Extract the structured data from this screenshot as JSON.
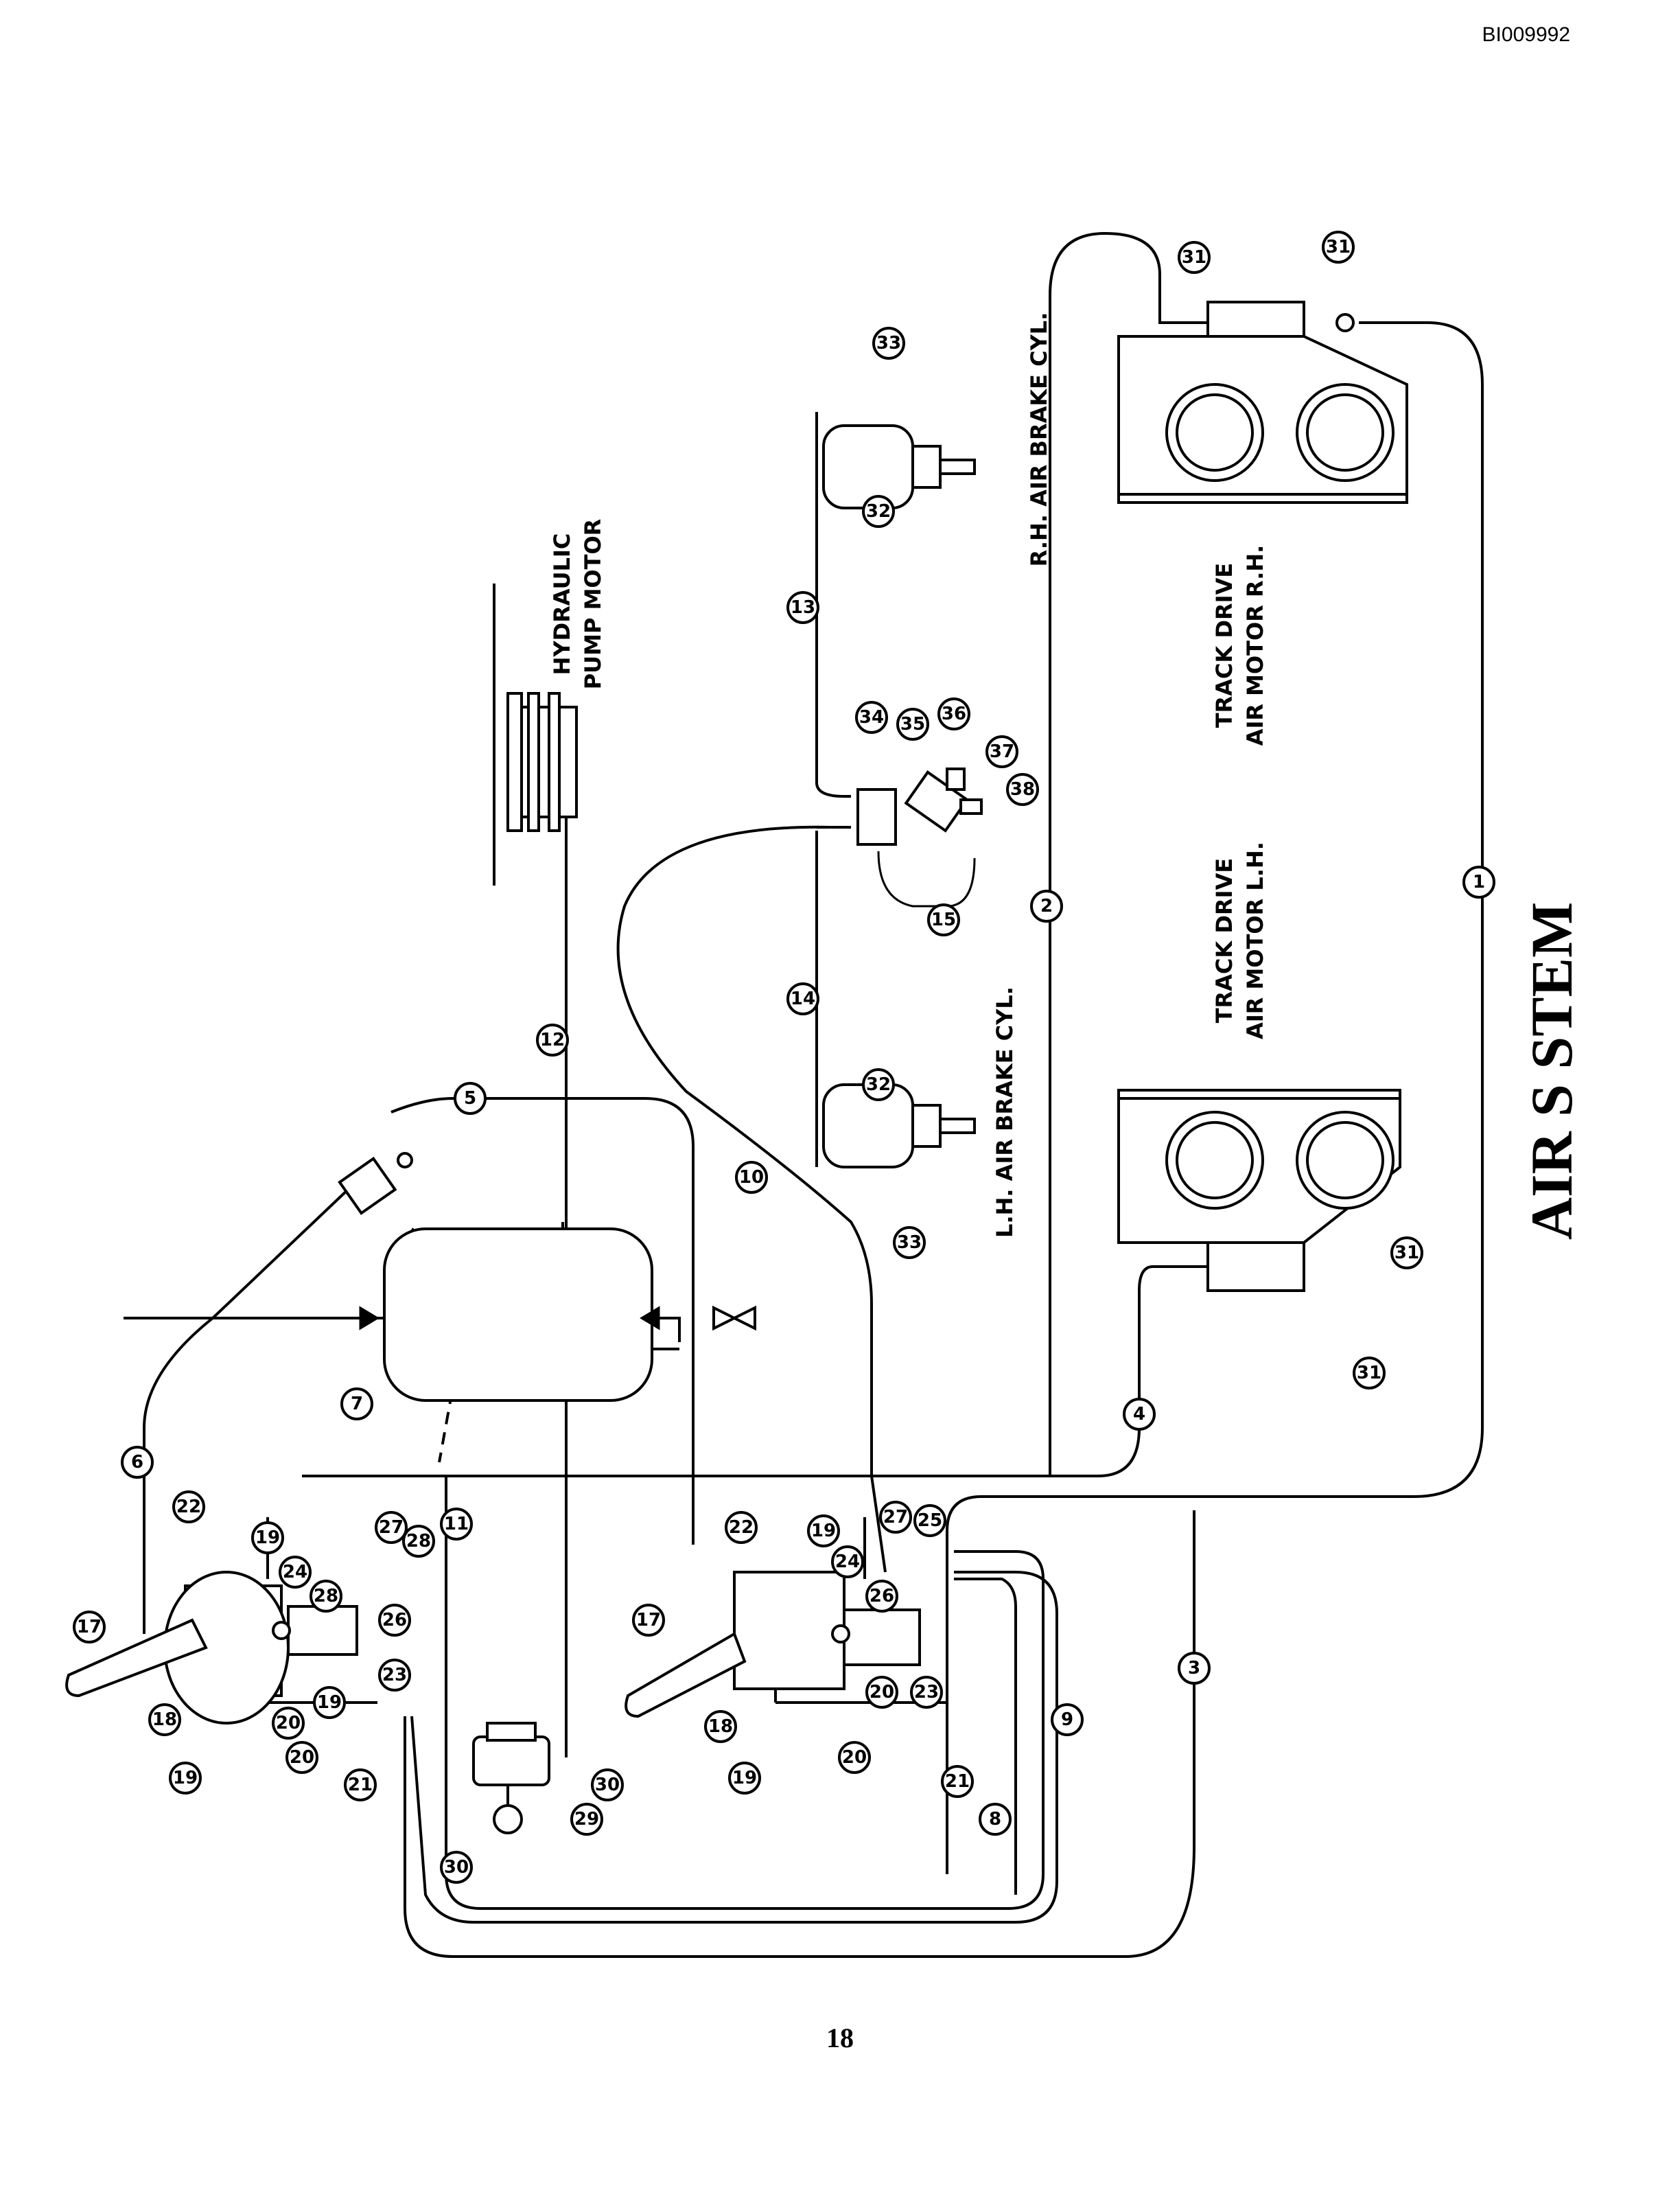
{
  "document_id": "BI009992",
  "page_number": "18",
  "title": "AIR S STEM",
  "component_labels": {
    "hydraulic_pump_motor": [
      "HYDRAULIC",
      "PUMP MOTOR"
    ],
    "rh_air_brake_cyl": "R.H. AIR BRAKE CYL.",
    "lh_air_brake_cyl": "L.H. AIR BRAKE CYL.",
    "track_drive_rh": [
      "TRACK DRIVE",
      "AIR MOTOR R.H."
    ],
    "track_drive_lh": [
      "TRACK DRIVE",
      "AIR MOTOR L.H."
    ]
  },
  "callouts": {
    "c1": "1",
    "c2": "2",
    "c3": "3",
    "c4": "4",
    "c5": "5",
    "c6": "6",
    "c7": "7",
    "c8": "8",
    "c9": "9",
    "c10": "10",
    "c11": "11",
    "c12": "12",
    "c13": "13",
    "c14": "14",
    "c15": "15",
    "c17a": "17",
    "c17b": "17",
    "c18a": "18",
    "c18b": "18",
    "c19a": "19",
    "c19b": "19",
    "c19c": "19",
    "c19d": "19",
    "c19e": "19",
    "c20a": "20",
    "c20b": "20",
    "c20c": "20",
    "c20d": "20",
    "c21a": "21",
    "c21b": "21",
    "c22a": "22",
    "c22b": "22",
    "c23a": "23",
    "c23b": "23",
    "c24a": "24",
    "c24b": "24",
    "c25a": "25",
    "c26a": "26",
    "c26b": "26",
    "c27a": "27",
    "c27b": "27",
    "c28a": "28",
    "c28b": "28",
    "c29": "29",
    "c30a": "30",
    "c30b": "30",
    "c31a": "31",
    "c31b": "31",
    "c31c": "31",
    "c31d": "31",
    "c32a": "32",
    "c32b": "32",
    "c33a": "33",
    "c33b": "33",
    "c34": "34",
    "c35": "35",
    "c36": "36",
    "c37": "37",
    "c38": "38"
  }
}
